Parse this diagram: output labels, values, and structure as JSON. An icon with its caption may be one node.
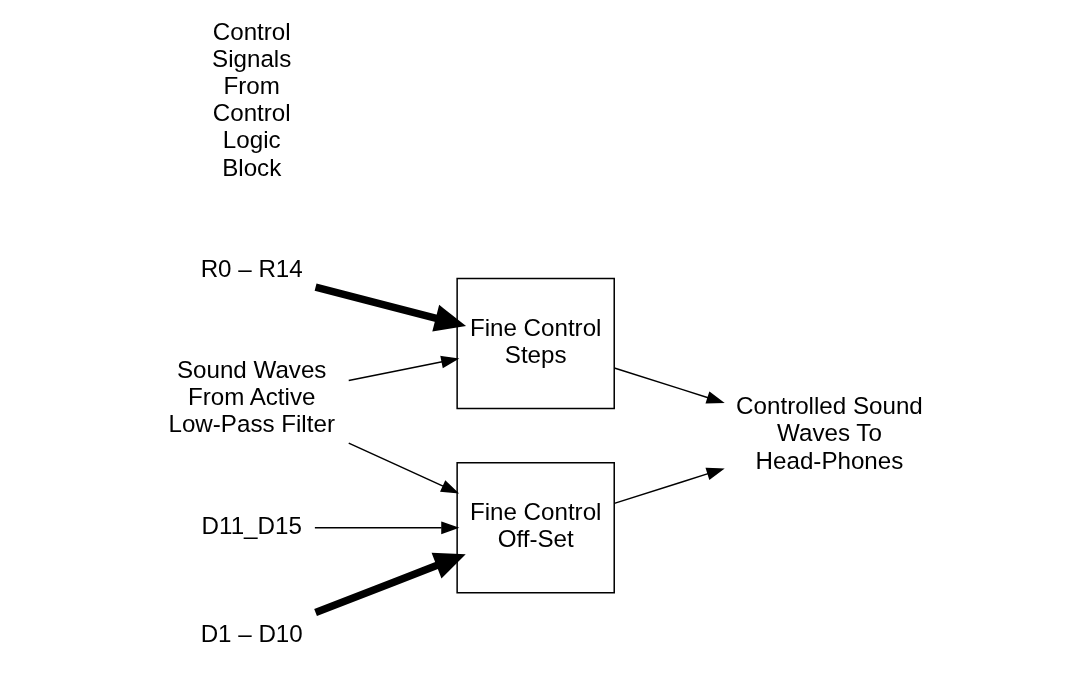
{
  "diagram": {
    "nodes": [
      {
        "text": [
          "Sound Waves From Active Low-Pass Filter"
        ]
      },
      {
        "text": [
          "Fine Control Steps"
        ]
      },
      {
        "text": [
          "Controlled Sound Waves To Head-Phones"
        ]
      },
      {
        "text": [
          "Fine Control Off-Set"
        ]
      },
      {
        "text": [
          "R0 – R14"
        ]
      },
      {
        "text": [
          "D11_D15"
        ]
      },
      {
        "text": [
          "D1 – D10"
        ]
      }
    ],
    "edges": [
      {
        "from": 0,
        "to": 1,
        "arrow": "to"
      },
      {
        "from": 0,
        "to": 3,
        "arrow": "to"
      },
      {
        "from": 1,
        "to": 2,
        "arrow": "to"
      },
      {
        "from": 3,
        "to": 2,
        "arrow": "to"
      },
      {
        "from": 4,
        "to": 1,
        "arrow": "to",
        "style": "thick"
      },
      {
        "from": 5,
        "to": 3,
        "arrow": "to"
      },
      {
        "from": 6,
        "to": 3,
        "arrow": "to",
        "style": "thick"
      }
    ],
    "labels": [
      "Control Signals From Control Logic Block"
    ]
  }
}
